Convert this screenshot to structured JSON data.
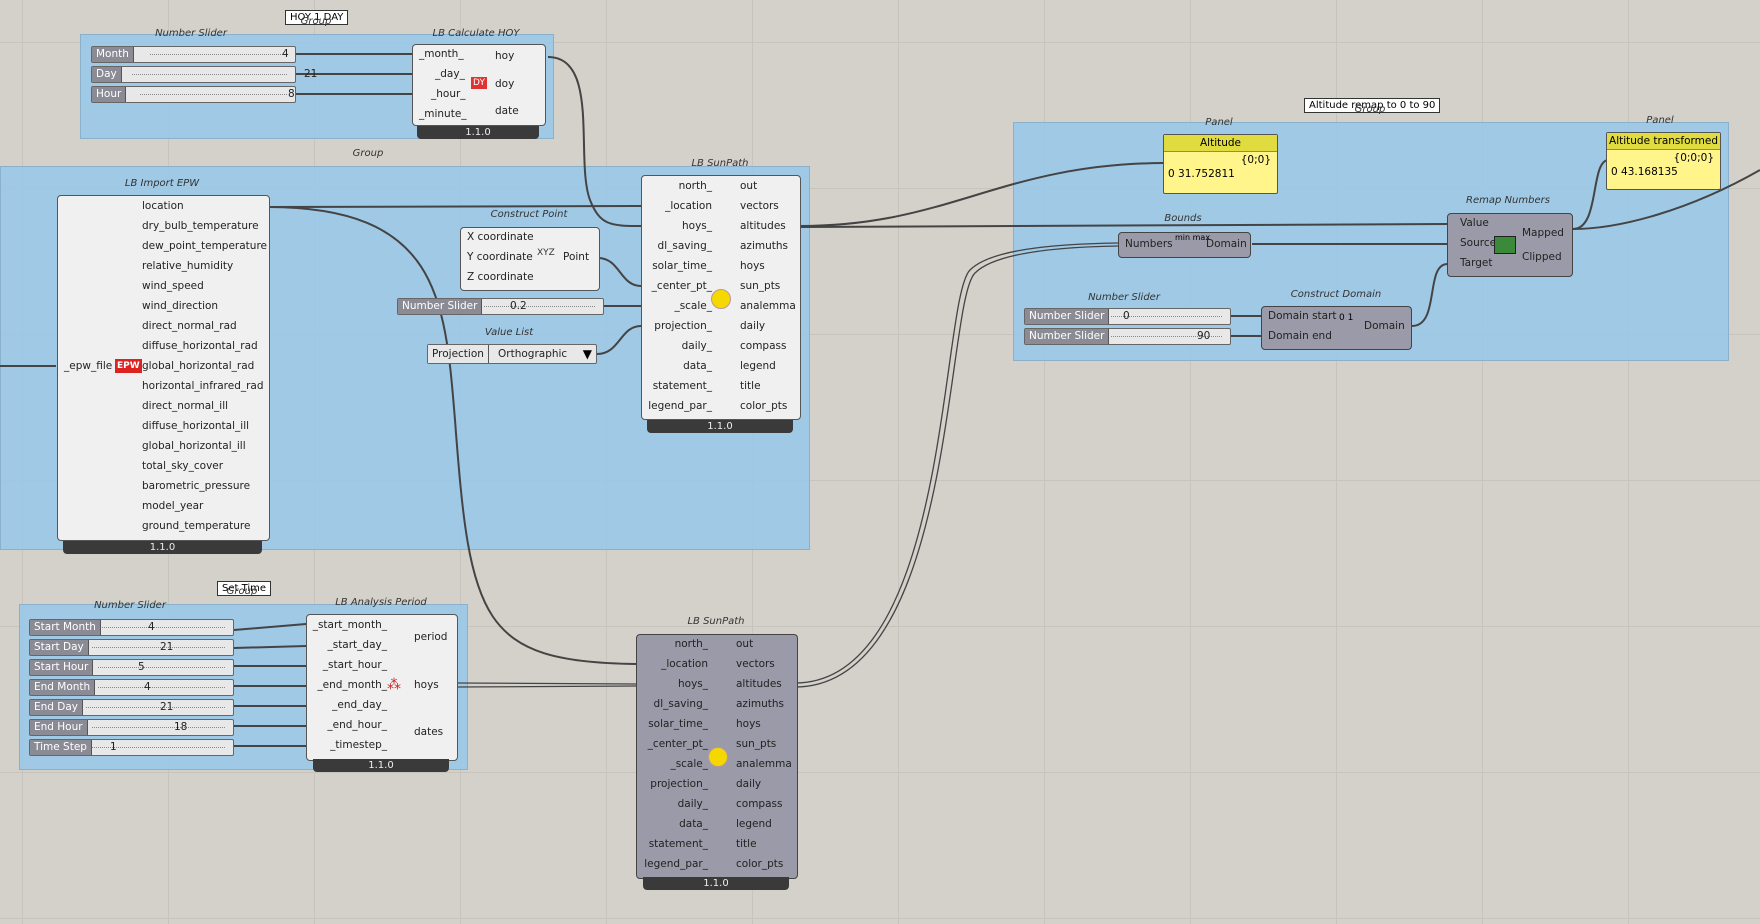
{
  "groups": {
    "hoy_tag": "HOY 1 DAY",
    "hoy_group_label": "Group",
    "main_group_label": "Group",
    "remap_tag": "Altitude remap to 0 to 90",
    "remap_group_label": "Group",
    "set_time_tag": "Set Time",
    "set_time_group_label": "Group"
  },
  "titles": {
    "number_slider": "Number Slider",
    "calc_hoy": "LB Calculate HOY",
    "import_epw": "LB Import EPW",
    "construct_point": "Construct Point",
    "value_list": "Value List",
    "sunpath": "LB SunPath",
    "panel": "Panel",
    "bounds": "Bounds",
    "remap": "Remap Numbers",
    "construct_domain": "Construct Domain",
    "analysis_period": "LB Analysis Period"
  },
  "hoy_sliders": [
    {
      "label": "Month",
      "value": "4"
    },
    {
      "label": "Day",
      "value": "21"
    },
    {
      "label": "Hour",
      "value": "8"
    }
  ],
  "calc_hoy": {
    "inputs": [
      "_month_",
      "_day_",
      "_hour_",
      "_minute_"
    ],
    "outputs": [
      "hoy",
      "doy",
      "date"
    ],
    "version": "1.1.0"
  },
  "import_epw": {
    "input": "_epw_file",
    "outputs": [
      "location",
      "dry_bulb_temperature",
      "dew_point_temperature",
      "relative_humidity",
      "wind_speed",
      "wind_direction",
      "direct_normal_rad",
      "diffuse_horizontal_rad",
      "global_horizontal_rad",
      "horizontal_infrared_rad",
      "direct_normal_ill",
      "diffuse_horizontal_ill",
      "global_horizontal_ill",
      "total_sky_cover",
      "barometric_pressure",
      "model_year",
      "ground_temperature"
    ],
    "version": "1.1.0",
    "icon_text": "EPW"
  },
  "construct_point": {
    "inputs": [
      "X coordinate",
      "Y coordinate",
      "Z coordinate"
    ],
    "output": "Point",
    "icon_text": "XYZ"
  },
  "scale_slider": {
    "label": "Number Slider",
    "value": "0.2"
  },
  "value_list": {
    "label": "Projection",
    "value": "Orthographic"
  },
  "sunpath": {
    "inputs": [
      "north_",
      "_location",
      "hoys_",
      "dl_saving_",
      "solar_time_",
      "_center_pt_",
      "_scale_",
      "projection_",
      "daily_",
      "data_",
      "statement_",
      "legend_par_"
    ],
    "outputs": [
      "out",
      "vectors",
      "altitudes",
      "azimuths",
      "hoys",
      "sun_pts",
      "analemma",
      "daily",
      "compass",
      "legend",
      "title",
      "color_pts"
    ],
    "version": "1.1.0"
  },
  "panel_altitude": {
    "header": "Altitude",
    "path": "{0;0}",
    "line": "0 31.752811"
  },
  "panel_transformed": {
    "header": "Altitude transformed",
    "path": "{0;0;0}",
    "line": "0 43.168135"
  },
  "bounds": {
    "input": "Numbers",
    "output": "Domain",
    "icon_text": "min max"
  },
  "remap": {
    "inputs": [
      "Value",
      "Source",
      "Target"
    ],
    "outputs": [
      "Mapped",
      "Clipped"
    ]
  },
  "domain_sliders": [
    {
      "label": "Number Slider",
      "value": "0"
    },
    {
      "label": "Number Slider",
      "value": "90"
    }
  ],
  "construct_domain": {
    "inputs": [
      "Domain start",
      "Domain end"
    ],
    "output": "Domain",
    "icon_text": "0 1"
  },
  "period_sliders": [
    {
      "label": "Start Month",
      "value": "4"
    },
    {
      "label": "Start Day",
      "value": "21"
    },
    {
      "label": "Start Hour",
      "value": "5"
    },
    {
      "label": "End Month",
      "value": "4"
    },
    {
      "label": "End Day",
      "value": "21"
    },
    {
      "label": "End Hour",
      "value": "18"
    },
    {
      "label": "Time Step",
      "value": "1"
    }
  ],
  "analysis_period": {
    "inputs": [
      "_start_month_",
      "_start_day_",
      "_start_hour_",
      "_end_month_",
      "_end_day_",
      "_end_hour_",
      "_timestep_"
    ],
    "outputs": [
      "period",
      "hoys",
      "dates"
    ],
    "version": "1.1.0"
  },
  "colors": {
    "group_fill": "#96c8eb",
    "panel_fill": "#fff58a",
    "canvas": "#d4d1cb"
  }
}
